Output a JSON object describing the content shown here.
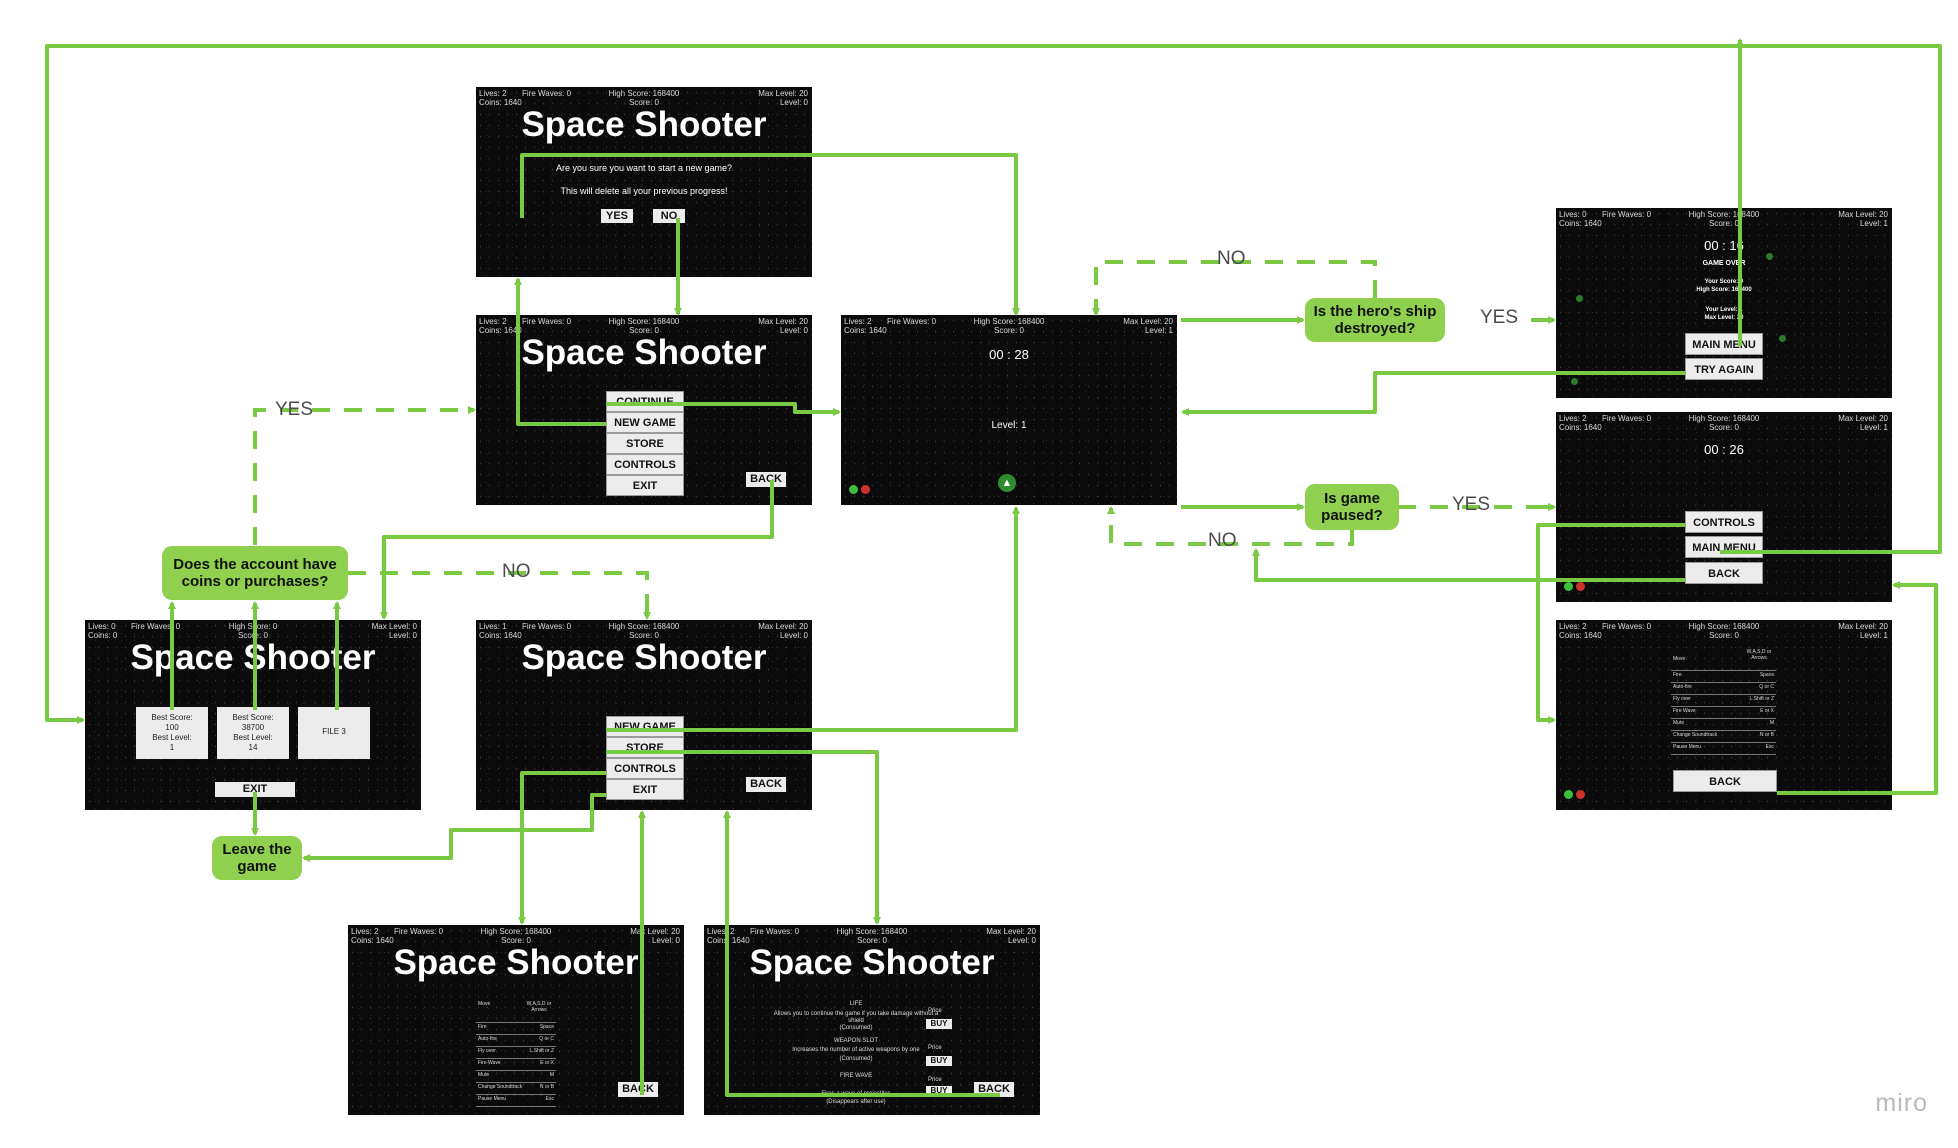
{
  "hud": {
    "lives2": "Lives: 2",
    "lives1": "Lives: 1",
    "lives0": "Lives: 0",
    "fire_waves": "Fire Waves: 0",
    "coins_1640": "Coins: 1640",
    "coins_0": "Coins: 0",
    "high_score_168400": "High Score: 168400",
    "high_score_0": "High Score: 0",
    "score": "Score: 0",
    "max_level_20": "Max Level: 20",
    "max_level_0": "Max Level: 0",
    "level0": "Level: 0",
    "level1": "Level: 1"
  },
  "game_title": "Space Shooter",
  "confirm": {
    "question": "Are you sure you want to start a new game?",
    "warning": "This will delete all your previous progress!",
    "yes": "YES",
    "no": "NO"
  },
  "main_menu": {
    "continue": "CONTINUE",
    "new_game": "NEW GAME",
    "store": "STORE",
    "controls": "CONTROLS",
    "exit": "EXIT",
    "back": "BACK"
  },
  "files": {
    "file1_score": "Best Score:",
    "file1_score_val": "100",
    "file1_level": "Best Level:",
    "file1_level_val": "1",
    "file2_score": "Best Score:",
    "file2_score_val": "38700",
    "file2_level": "Best Level:",
    "file2_level_val": "14",
    "file3": "FILE 3",
    "exit": "EXIT"
  },
  "gameplay": {
    "timer": "00 : 28",
    "level": "Level: 1"
  },
  "game_over": {
    "timer": "00 : 16",
    "title": "GAME OVER",
    "your_score": "Your Score: 0",
    "high_score": "High Score: 168400",
    "your_level": "Your Level: 1",
    "max_level": "Max Level: 20",
    "main_menu": "MAIN MENU",
    "try_again": "TRY AGAIN"
  },
  "pause": {
    "timer": "00 : 26",
    "controls": "CONTROLS",
    "main_menu": "MAIN MENU",
    "back": "BACK"
  },
  "controls_table": {
    "rows": [
      {
        "k": "Move",
        "v": "W,A,S,D or Arrows"
      },
      {
        "k": "Fire",
        "v": "Space"
      },
      {
        "k": "Auto-fire",
        "v": "Q or C"
      },
      {
        "k": "Fly over",
        "v": "L.Shift or Z"
      },
      {
        "k": "Fire Wave",
        "v": "E or X"
      },
      {
        "k": "Mute",
        "v": "M"
      },
      {
        "k": "Change Soundtrack",
        "v": "N or B"
      },
      {
        "k": "Pause Menu",
        "v": "Esc"
      }
    ],
    "back": "BACK"
  },
  "store": {
    "life": "LIFE",
    "life_desc": "Allows you to continue the game if you take damage without a shield",
    "life_note": "(Consumed)",
    "weapon_slot": "WEAPON SLOT",
    "weapon_desc": "Increases the number of active weapons by one",
    "weapon_note": "(Consumed)",
    "fire_wave": "FIRE WAVE",
    "fire_wave_desc": "Fires a wave of projectiles",
    "fire_wave_note": "(Disappears after use)",
    "price": "Price",
    "buy": "BUY",
    "back": "BACK"
  },
  "flow": {
    "q_destroyed": "Is the hero's ship destroyed?",
    "q_paused": "Is game paused?",
    "q_account": "Does the account have coins or purchases?",
    "leave": "Leave the game",
    "yes": "YES",
    "no": "NO"
  },
  "brand": "miro",
  "colors": {
    "arrow": "#7ac943",
    "node": "#8fd14f",
    "screen": "#0b0b0b"
  }
}
